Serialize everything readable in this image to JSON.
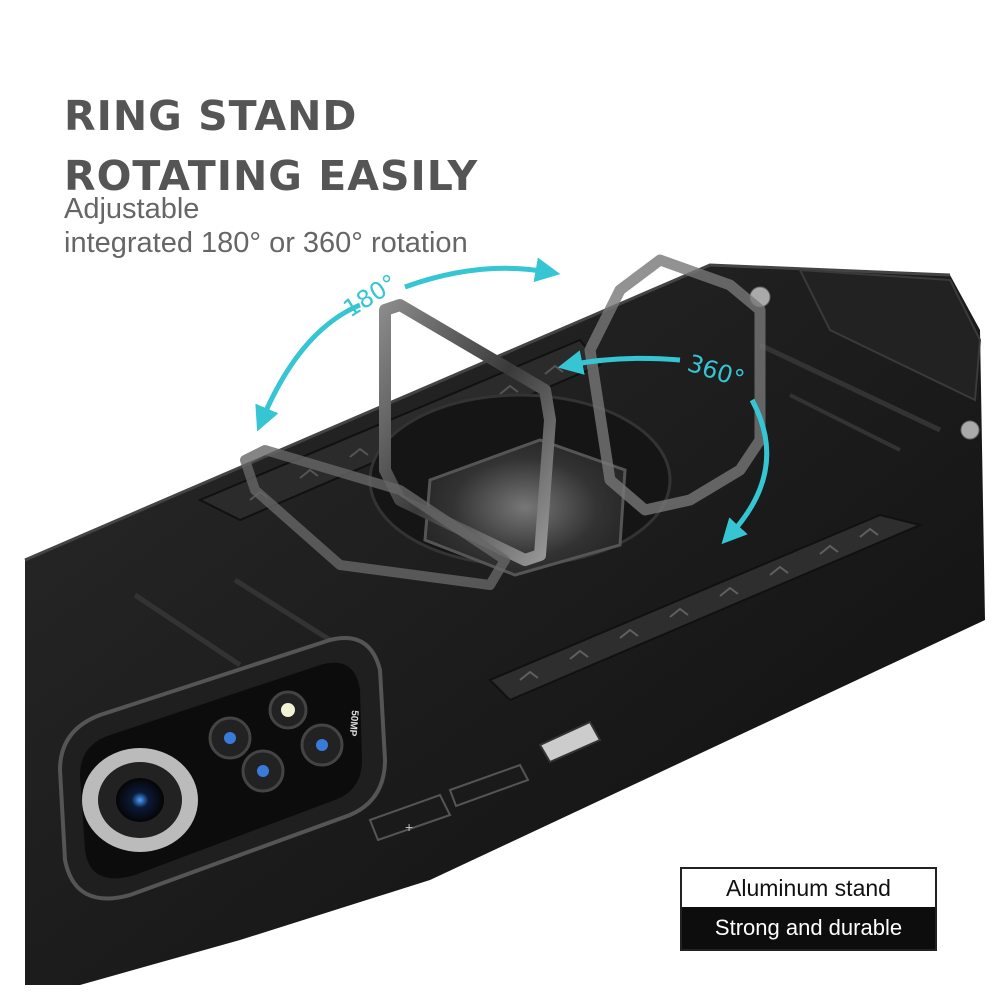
{
  "headline": {
    "line1": "RING STAND",
    "line2": "ROTATING EASILY"
  },
  "subline": {
    "line1": "Adjustable",
    "line2": "integrated 180° or 360° rotation"
  },
  "annotations": {
    "rotation_small": "180°",
    "rotation_full": "360°",
    "arrow_color": "#36c6d3"
  },
  "camera": {
    "module_text": "50MP"
  },
  "feature_label": {
    "title": "Aluminum stand",
    "subtitle": "Strong and durable"
  },
  "colors": {
    "case": "#1a1a1a",
    "headline_text": "#555555",
    "accent": "#36c6d3"
  }
}
